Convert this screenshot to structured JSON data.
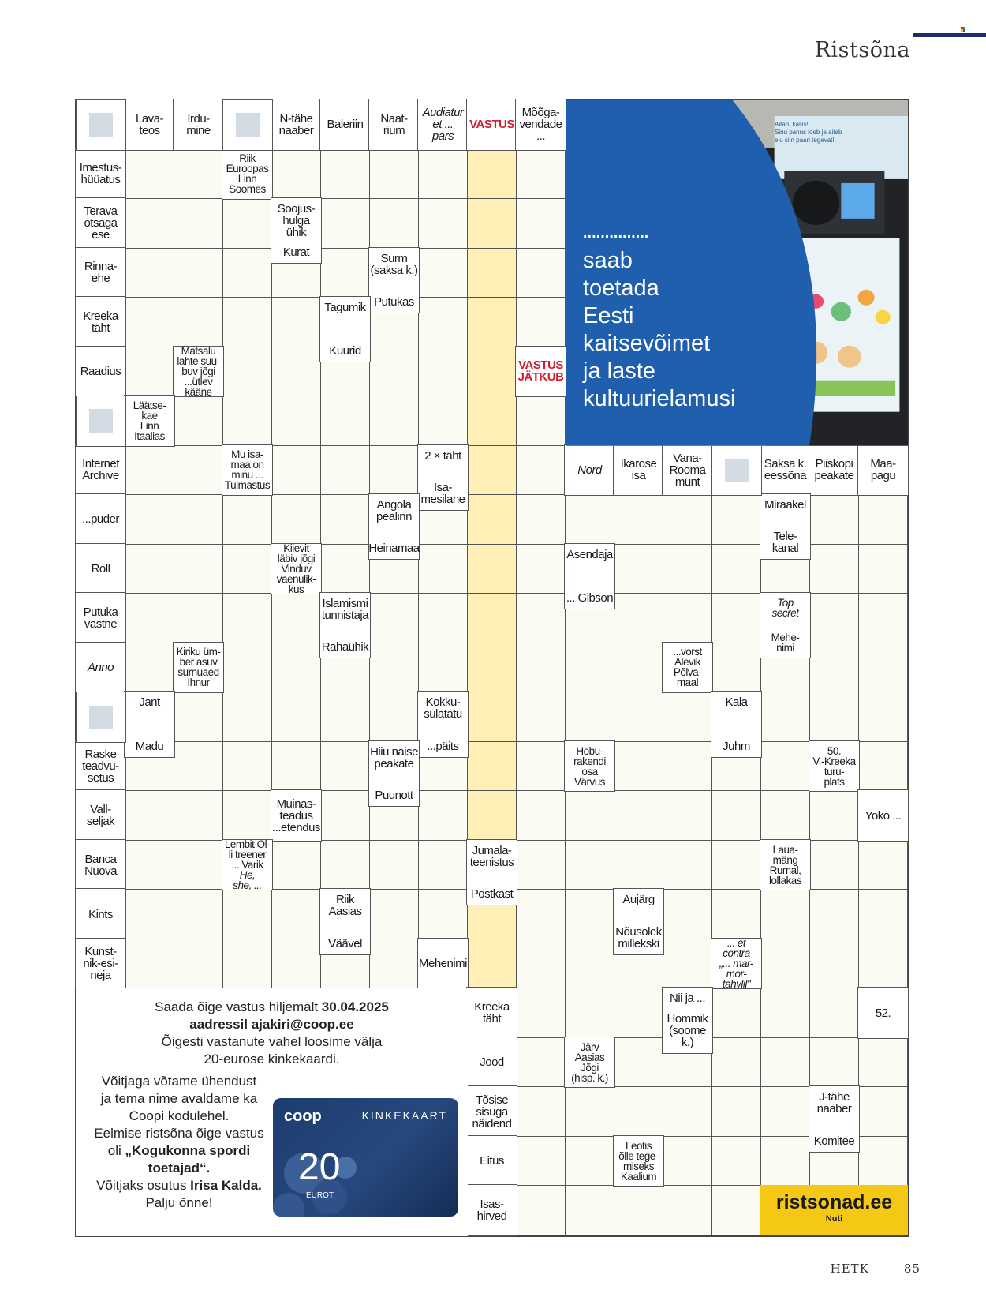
{
  "header": {
    "section_title": "Ristsõna"
  },
  "colors": {
    "highlight": "#fff0b8",
    "answer_red": "#d0202e",
    "ad_blue": "#1f5fae",
    "brand_yellow": "#f4c815"
  },
  "top_clues": [
    {
      "id": "t1",
      "c": 1,
      "r": 0,
      "text": "Lava-\nteos"
    },
    {
      "id": "t2",
      "c": 2,
      "r": 0,
      "text": "Irdu-\nmine"
    },
    {
      "id": "t4",
      "c": 4,
      "r": 0,
      "text": "N-tähe\nnaaber"
    },
    {
      "id": "t5",
      "c": 5,
      "r": 0,
      "text": "Baleriin"
    },
    {
      "id": "t6",
      "c": 6,
      "r": 0,
      "text": "Naat-\nrium"
    },
    {
      "id": "t7",
      "c": 7,
      "r": 0,
      "text": "Audiatur\net ...\npars",
      "italic": true
    },
    {
      "id": "t8",
      "c": 8,
      "r": 0,
      "text": "VASTUS",
      "red": true
    },
    {
      "id": "t9",
      "c": 9,
      "r": 0,
      "text": "Mõõga-\nvendade\n..."
    }
  ],
  "left_clues": [
    {
      "r": 1,
      "text": "Imestus-\nhüüatus"
    },
    {
      "r": 2,
      "text": "Terava\notsaga\nese"
    },
    {
      "r": 3,
      "text": "Rinna-\nehe"
    },
    {
      "r": 4,
      "text": "Kreeka\ntäht"
    },
    {
      "r": 5,
      "text": "Raadius"
    },
    {
      "r": 7,
      "text": "Internet\nArchive"
    },
    {
      "r": 8,
      "text": "...puder"
    },
    {
      "r": 9,
      "text": "Roll"
    },
    {
      "r": 10,
      "text": "Putuka\nvastne"
    },
    {
      "r": 11,
      "text": "Anno",
      "italic": true
    },
    {
      "r": 13,
      "text": "Raske\nteadvu-\nsetus"
    },
    {
      "r": 14,
      "text": "Vall-\nseljak"
    },
    {
      "r": 15,
      "text": "Banca\nNuova"
    },
    {
      "r": 16,
      "text": "Kints"
    },
    {
      "r": 17,
      "text": "Kunst-\nnik-esi-\nneja"
    }
  ],
  "right_top_clues": [
    {
      "c": 10,
      "r": 7,
      "text": "Nord",
      "italic": true
    },
    {
      "c": 11,
      "r": 7,
      "text": "Ikarose\nisa"
    },
    {
      "c": 12,
      "r": 7,
      "text": "Vana-\nRooma\nmünt"
    },
    {
      "c": 14,
      "r": 7,
      "text": "Saksa k.\neessõna"
    },
    {
      "c": 15,
      "r": 7,
      "text": "Piiskopi\npeakate"
    },
    {
      "c": 16,
      "r": 7,
      "text": "Maa-\npagu"
    }
  ],
  "inner_clues": [
    {
      "c": 3,
      "r": 1,
      "top": "Riik\nEuroopas\nLinn\nSoomes"
    },
    {
      "c": 4,
      "r": 2,
      "top": "Soojus-\nhulga ühik",
      "bottom": "Kurat"
    },
    {
      "c": 6,
      "r": 3,
      "top": "Surm\n(saksa k.)",
      "bottom": "Putukas"
    },
    {
      "c": 5,
      "r": 4,
      "top": "Tagumik",
      "bottom": "Kuurid"
    },
    {
      "c": 2,
      "r": 5,
      "top": "Matsalu\nlahte suu-\nbuv jõgi\n...ütlev\nkääne"
    },
    {
      "c": 9,
      "r": 5,
      "top": "VASTUS\nJÄTKUB",
      "red": true
    },
    {
      "c": 1,
      "r": 6,
      "top": "Läätse-\nkae\nLinn\nItaalias"
    },
    {
      "c": 3,
      "r": 7,
      "top": "Mu isa-\nmaa on\nminu ...\nTuimastus"
    },
    {
      "c": 7,
      "r": 7,
      "top": "2 × täht",
      "bottom": "Isa-\nmesilane"
    },
    {
      "c": 6,
      "r": 8,
      "top": "Angola\npealinn",
      "bottom": "Heinamaa"
    },
    {
      "c": 14,
      "r": 8,
      "top": "Miraakel",
      "bottom": "Tele-\nkanal"
    },
    {
      "c": 4,
      "r": 9,
      "top": "Kiievit\nläbiv jõgi\nVinduv\nvaenulik-\nkus"
    },
    {
      "c": 10,
      "r": 9,
      "top": "Asendaja",
      "bottom": "... Gibson"
    },
    {
      "c": 5,
      "r": 10,
      "top": "Islamismi\ntunnistaja",
      "bottom": "Rahaühik"
    },
    {
      "c": 14,
      "r": 10,
      "top": "Top\nsecret",
      "bottom": "Mehe-\nnimi",
      "italicTop": true
    },
    {
      "c": 2,
      "r": 11,
      "top": "Kiriku üm-\nber asuv\nsurnuaed\nIhnur"
    },
    {
      "c": 12,
      "r": 11,
      "top": "...vorst\nAlevik\nPõlva-\nmaal"
    },
    {
      "c": 1,
      "r": 12,
      "top": "Jant",
      "bottom": "Madu"
    },
    {
      "c": 7,
      "r": 12,
      "top": "Kokku-\nsulatatu",
      "bottom": "...päits"
    },
    {
      "c": 13,
      "r": 12,
      "top": "Kala",
      "bottom": "Juhm"
    },
    {
      "c": 6,
      "r": 13,
      "top": "Hiiu naise\npeakate",
      "bottom": "Puunott"
    },
    {
      "c": 10,
      "r": 13,
      "top": "Hobu-\nrakendi\nosa\nVärvus"
    },
    {
      "c": 15,
      "r": 13,
      "top": "50.\nV.-Kreeka\nturu-\nplats"
    },
    {
      "c": 4,
      "r": 14,
      "top": "Muinas-\nteadus\n...etendus"
    },
    {
      "c": 16,
      "r": 14,
      "top": "Yoko ..."
    },
    {
      "c": 3,
      "r": 15,
      "top": "Lembit Ol-\nli treener\n... Varik\nHe,\nshe, ...",
      "italicLast": true
    },
    {
      "c": 8,
      "r": 15,
      "top": "Jumala-\nteenistus",
      "bottom": "Postkast"
    },
    {
      "c": 14,
      "r": 15,
      "top": "Laua-\nmäng\nRumal,\nlollakas"
    },
    {
      "c": 5,
      "r": 16,
      "top": "Riik\nAasias",
      "bottom": "Väävel"
    },
    {
      "c": 11,
      "r": 16,
      "top": "Aujärg",
      "bottom": "Nõusolek\nmillekski"
    },
    {
      "c": 7,
      "r": 17,
      "top": "Mehenimi"
    },
    {
      "c": 13,
      "r": 17,
      "top": "... et\ncontra\n„... mar-\nmor-\ntahvlil\"",
      "italic": true
    },
    {
      "c": 8,
      "r": 18,
      "top": "Kreeka\ntäht"
    },
    {
      "c": 12,
      "r": 18,
      "top": "Nii ja ...",
      "bottom": "Hommik\n(soome k.)"
    },
    {
      "c": 16,
      "r": 18,
      "top": "52."
    },
    {
      "c": 8,
      "r": 19,
      "top": "Jood"
    },
    {
      "c": 10,
      "r": 19,
      "top": "Järv\nAasias\nJõgi\n(hisp. k.)"
    },
    {
      "c": 8,
      "r": 20,
      "top": "Tõsise\nsisuga\nnäidend"
    },
    {
      "c": 15,
      "r": 20,
      "top": "J-tähe\nnaaber",
      "bottom": "Komitee"
    },
    {
      "c": 8,
      "r": 21,
      "top": "Eitus"
    },
    {
      "c": 11,
      "r": 21,
      "top": "Leotis\nõlle tege-\nmiseks\nKaalium"
    },
    {
      "c": 8,
      "r": 22,
      "top": "Isas-\nhirved"
    }
  ],
  "blank_squares": [
    {
      "c": 0,
      "r": 0
    },
    {
      "c": 3,
      "r": 0
    },
    {
      "c": 0,
      "r": 6
    },
    {
      "c": 0,
      "r": 12
    },
    {
      "c": 13,
      "r": 7
    }
  ],
  "ad": {
    "dots": "...............",
    "lines": [
      "saab",
      "toetada",
      "Eesti",
      "kaitsevõimet",
      "ja laste",
      "kultuurielamusi"
    ],
    "sticker_title": "Aitäh, kallis!",
    "sticker_sub": "Sinu panus loeb ja aitab\nelu siin paari tegevat!"
  },
  "info": {
    "line1_prefix": "Saada õige vastus hiljemalt ",
    "line1_date": "30.04.2025",
    "line2": "aadressil ajakiri@coop.ee",
    "line3": "Õigesti vastanute vahel loosime välja",
    "line4": "20-eurose kinkekaardi.",
    "left_lines": [
      "Võitjaga võtame ühendust",
      "ja tema nime avaldame ka",
      "Coopi kodulehel.",
      "Eelmise ristsõna õige vastus"
    ],
    "prev_prefix": "oli ",
    "prev_answer": "„Kogukonna spordi",
    "prev_answer2": "toetajad“.",
    "winner_prefix": "Võitjaks osutus ",
    "winner": "Irisa Kalda.",
    "congrats": "Palju õnne!"
  },
  "gift_card": {
    "brand": "coop",
    "label": "KINKEKAART",
    "amount": "20",
    "currency": "EUROT"
  },
  "ristsonad": {
    "name": "ristsonad.ee",
    "sub": "Nuti"
  },
  "footer": {
    "magazine": "HETK",
    "page": "85"
  }
}
